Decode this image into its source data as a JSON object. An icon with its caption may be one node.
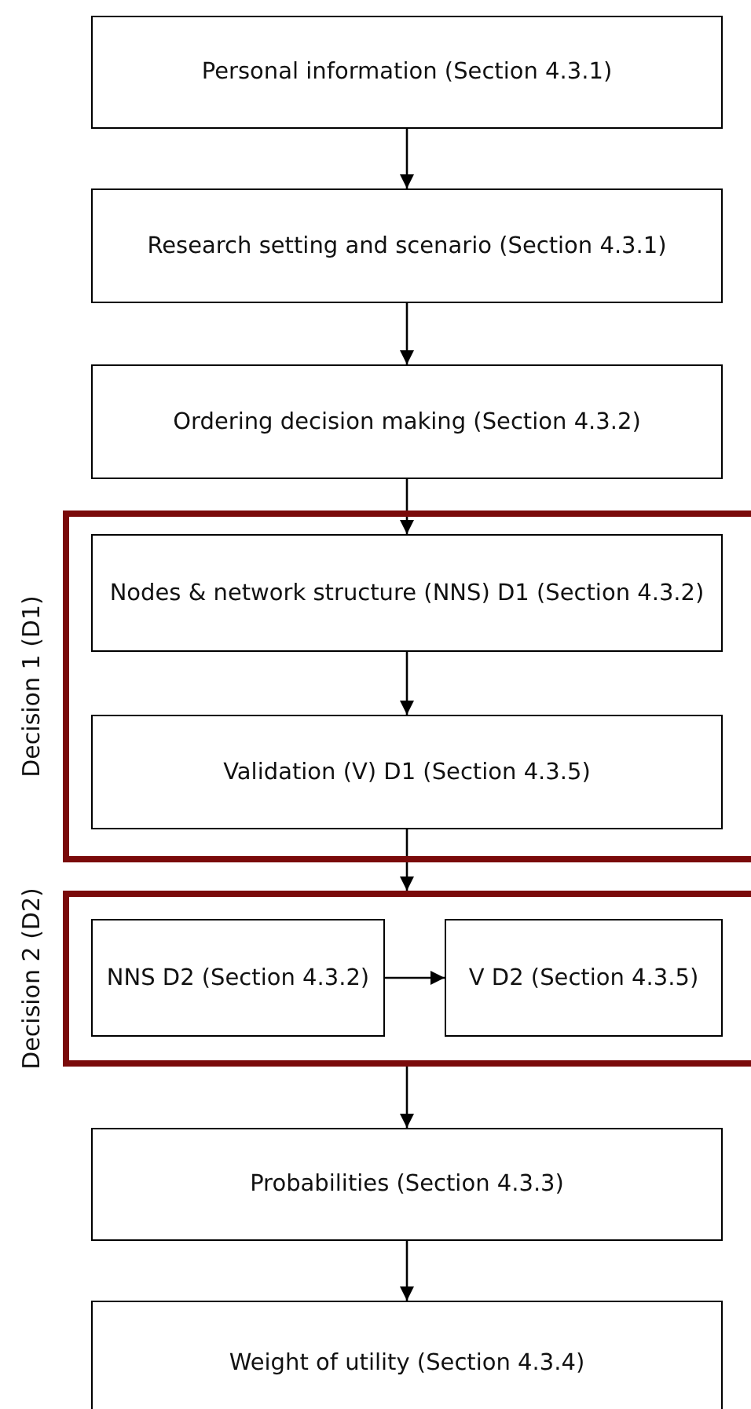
{
  "diagram": {
    "nodes": [
      {
        "text": [
          "Personal information (Section 4.3.1)"
        ]
      },
      {
        "text": [
          "Research setting and scenario (Section 4.3.1)"
        ]
      },
      {
        "text": [
          "Ordering decision making (Section 4.3.2)"
        ]
      },
      {
        "text": [
          "Decision 1 (D1)"
        ]
      },
      {
        "text": [
          "Nodes & network structure (NNS) D1 (Section 4.3.2)"
        ],
        "in": 3
      },
      {
        "text": [
          "Validation (V) D1 (Section 4.3.5)"
        ],
        "in": 3
      },
      {
        "text": [
          "Decision 2 (D2)"
        ]
      },
      {
        "text": [
          "NNS D2 (Section 4.3.2)"
        ],
        "in": 6
      },
      {
        "text": [
          "V D2 (Section 4.3.5)"
        ],
        "in": 6
      },
      {
        "text": [
          "Probabilities (Section 4.3.3)"
        ]
      },
      {
        "text": [
          "Weight of utility (Section 4.3.4)"
        ]
      }
    ],
    "edges": [
      {
        "from": 0,
        "to": 1,
        "arrow": "to"
      },
      {
        "from": 1,
        "to": 2,
        "arrow": "to"
      },
      {
        "from": 2,
        "to": 4,
        "arrow": "to"
      },
      {
        "from": 4,
        "to": 5,
        "arrow": "to"
      },
      {
        "from": 5,
        "to": 6,
        "arrow": "to"
      },
      {
        "from": 7,
        "to": 8,
        "arrow": "to"
      },
      {
        "from": 6,
        "to": 9,
        "arrow": "to"
      },
      {
        "from": 9,
        "to": 10,
        "arrow": "to"
      }
    ]
  }
}
